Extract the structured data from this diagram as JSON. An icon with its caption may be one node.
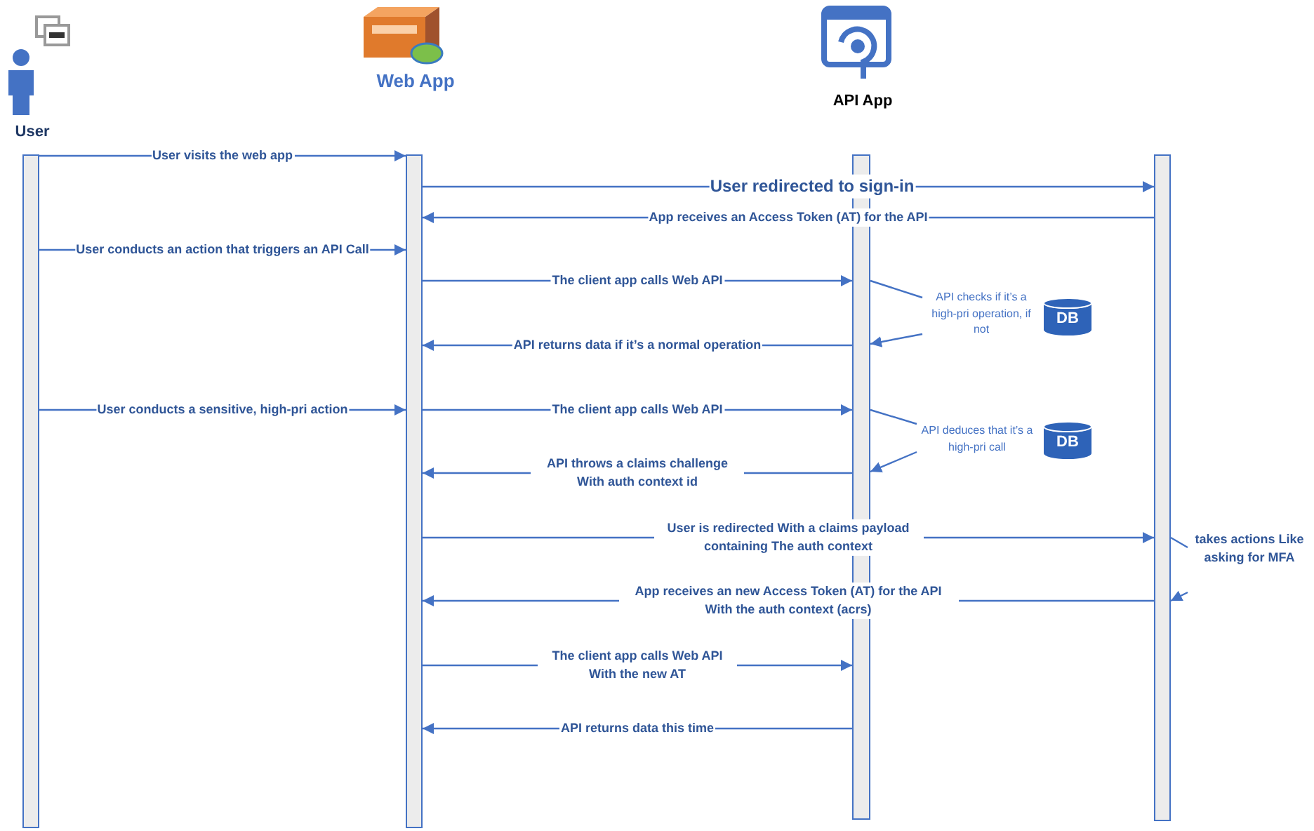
{
  "diagram": {
    "nodes": [
      {
        "text": [
          "User"
        ]
      },
      {
        "text": [
          "Web App"
        ]
      },
      {
        "text": [
          "API App"
        ]
      },
      {
        "text": [],
        "shape": "bar"
      },
      {
        "text": [
          "API checks if it’s a high-pri operation, if not"
        ]
      },
      {
        "text": [
          "DB"
        ]
      },
      {
        "text": [
          "API deduces that it’s a high-pri call"
        ]
      },
      {
        "text": [
          "DB"
        ]
      },
      {
        "text": [
          "takes actions Like asking for MFA"
        ]
      }
    ],
    "edges": [
      {
        "from": 0,
        "to": 1,
        "arrow": "to",
        "label": "User visits the web app"
      },
      {
        "from": 1,
        "to": 3,
        "arrow": "to",
        "label": "User redirected to sign-in"
      },
      {
        "from": 3,
        "to": 1,
        "arrow": "to",
        "label": "App receives an Access Token (AT) for the API"
      },
      {
        "from": 0,
        "to": 1,
        "arrow": "to",
        "label": "User conducts an action that triggers an API Call"
      },
      {
        "from": 1,
        "to": 2,
        "arrow": "to",
        "label": "The client app calls Web API"
      },
      {
        "from": 2,
        "to": 4,
        "arrow": "none"
      },
      {
        "from": 4,
        "to": 2,
        "arrow": "to"
      },
      {
        "from": 2,
        "to": 1,
        "arrow": "to",
        "label": "API returns data if it’s a normal operation"
      },
      {
        "from": 0,
        "to": 1,
        "arrow": "to",
        "label": "User conducts a sensitive, high-pri action"
      },
      {
        "from": 1,
        "to": 2,
        "arrow": "to",
        "label": "The client app calls Web API"
      },
      {
        "from": 2,
        "to": 6,
        "arrow": "none"
      },
      {
        "from": 6,
        "to": 2,
        "arrow": "to"
      },
      {
        "from": 2,
        "to": 1,
        "arrow": "to",
        "label": "API throws a claims challenge With auth context id"
      },
      {
        "from": 1,
        "to": 3,
        "arrow": "to",
        "label": "User is redirected With a claims payload containing The auth context"
      },
      {
        "from": 3,
        "to": 8,
        "arrow": "none"
      },
      {
        "from": 8,
        "to": 3,
        "arrow": "to"
      },
      {
        "from": 3,
        "to": 1,
        "arrow": "to",
        "label": "App receives an new Access Token (AT) for the API With the auth context (acrs)"
      },
      {
        "from": 1,
        "to": 2,
        "arrow": "to",
        "label": "The client app calls Web API With the new AT"
      },
      {
        "from": 2,
        "to": 1,
        "arrow": "to",
        "label": "API returns data this time"
      }
    ]
  }
}
